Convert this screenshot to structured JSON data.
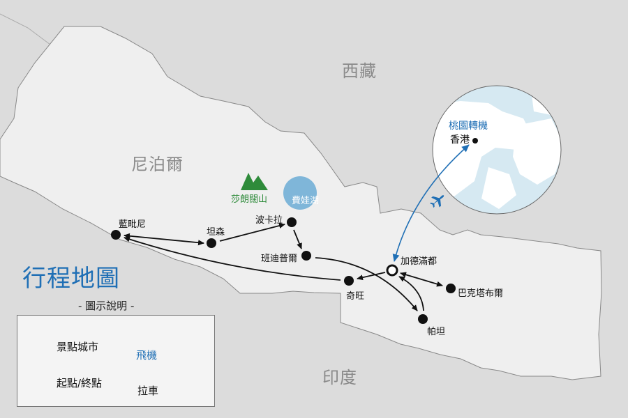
{
  "title": "行程地圖",
  "regions": {
    "tibet": "西藏",
    "nepal": "尼泊爾",
    "india": "印度"
  },
  "landmarks": {
    "mountain": "莎朗闊山",
    "lake": "費娃湖"
  },
  "cities": [
    {
      "id": "lumbini",
      "name": "藍毗尼",
      "type": "attraction"
    },
    {
      "id": "tansen",
      "name": "坦森",
      "type": "attraction"
    },
    {
      "id": "pokhara",
      "name": "波卡拉",
      "type": "attraction"
    },
    {
      "id": "bandipur",
      "name": "班迪普爾",
      "type": "attraction"
    },
    {
      "id": "kathmandu",
      "name": "加德滿都",
      "type": "start-end"
    },
    {
      "id": "chitwan",
      "name": "奇旺",
      "type": "attraction"
    },
    {
      "id": "bhaktapur",
      "name": "巴克塔布爾",
      "type": "attraction"
    },
    {
      "id": "patan",
      "name": "帕坦",
      "type": "attraction"
    }
  ],
  "inset": {
    "transit_label": "桃園轉機",
    "city": "香港"
  },
  "legend": {
    "caption": "- 圖示說明 -",
    "attraction": "景點城市",
    "start_end": "起點/終點",
    "flight": "飛機",
    "bus": "拉車"
  },
  "colors": {
    "accent": "#1f6fb5",
    "land": "#efefef",
    "background": "#dcdcdc",
    "mountain": "#2e8b3a",
    "lake": "#7fb6d9",
    "water": "#d6e9f2"
  }
}
